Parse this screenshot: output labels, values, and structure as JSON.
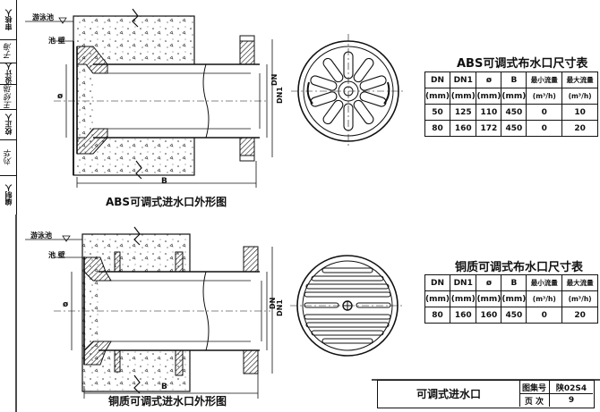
{
  "side_block": {
    "rows": [
      {
        "label": "审核人",
        "sign": "子海"
      },
      {
        "label": "设计人",
        "sign": "王修瑞"
      },
      {
        "label": "校正人",
        "sign": ""
      },
      {
        "label": "",
        "sign": "刘华"
      },
      {
        "label": "编制人",
        "sign": ""
      }
    ]
  },
  "abs_drawing": {
    "caption": "ABS可调式进水口外形图",
    "label_pool": "游泳池",
    "label_wall": "池 壁",
    "dim_B": "B",
    "dim_phi": "ø",
    "dim_DN": "DN",
    "dim_DN1": "DN1"
  },
  "copper_drawing": {
    "caption": "铜质可调式进水口外形图",
    "label_pool": "游泳池",
    "label_wall": "池 壁",
    "dim_B": "B",
    "dim_phi": "ø",
    "dim_DN": "DN",
    "dim_DN1": "DN1"
  },
  "abs_table": {
    "title": "ABS可调式布水口尺寸表",
    "headers": [
      "DN",
      "DN1",
      "ø",
      "B",
      "最小流量",
      "最大流量"
    ],
    "units": [
      "(mm)",
      "(mm)",
      "(mm)",
      "(mm)",
      "(m³/h)",
      "(m³/h)"
    ],
    "rows": [
      [
        "50",
        "125",
        "110",
        "450",
        "0",
        "10"
      ],
      [
        "80",
        "160",
        "172",
        "450",
        "0",
        "20"
      ]
    ]
  },
  "copper_table": {
    "title": "铜质可调式布水口尺寸表",
    "headers": [
      "DN",
      "DN1",
      "ø",
      "B",
      "最小流量",
      "最大流量"
    ],
    "units": [
      "(mm)",
      "(mm)",
      "(mm)",
      "(mm)",
      "(m³/h)",
      "(m³/h)"
    ],
    "rows": [
      [
        "80",
        "160",
        "160",
        "450",
        "0",
        "20"
      ]
    ]
  },
  "title_block": {
    "drawing_name": "可调式进水口",
    "atlas_label": "图集号",
    "atlas_value": "陕02S4",
    "page_label": "页 次",
    "page_value": "9"
  }
}
